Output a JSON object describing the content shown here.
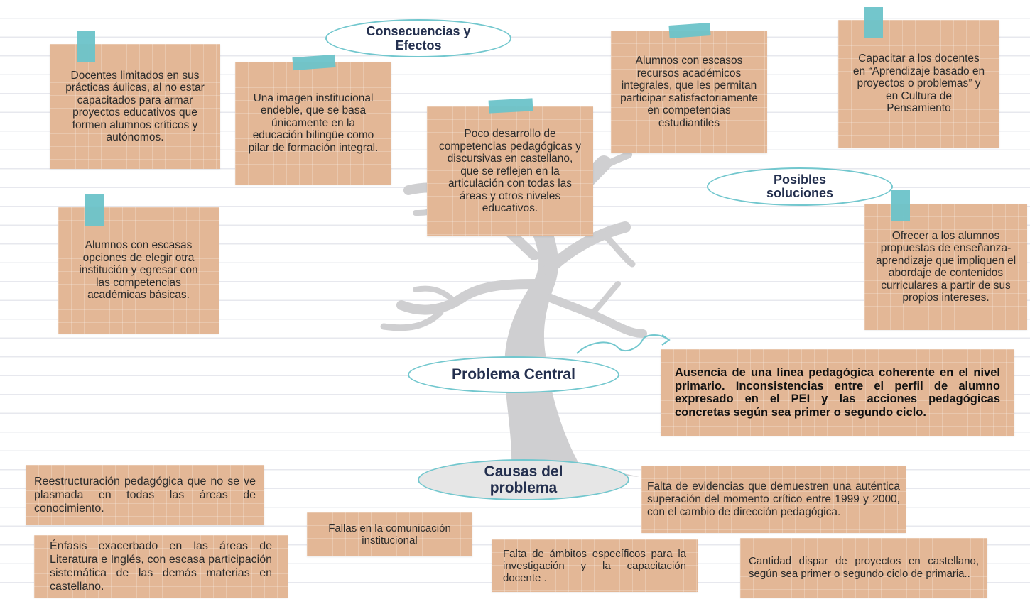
{
  "headings": {
    "consecuencias": [
      "Consecuencias y",
      "Efectos"
    ],
    "soluciones": [
      "Posibles",
      "soluciones"
    ],
    "problema_central": "Problema Central",
    "causas": [
      "Causas del",
      "problema"
    ]
  },
  "efectos": [
    "Docentes limitados en sus prácticas áulicas, al no estar capacitados para armar proyectos educativos que formen alumnos críticos y autónomos.",
    "Una imagen institucional endeble, que se basa únicamente en la educación bilingüe como pilar de formación integral.",
    "Poco desarrollo de competencias pedagógicas y discursivas en castellano, que se reflejen en la articulación con todas las áreas y otros niveles educativos.",
    "Alumnos con escasos recursos académicos integrales, que les permitan participar satisfactoriamente en competencias estudiantiles",
    "Alumnos con escasas opciones de elegir otra institución y egresar con las competencias académicas básicas."
  ],
  "soluciones": [
    "Capacitar a los docentes en “Aprendizaje basado en proyectos o problemas” y en Cultura de Pensamiento",
    "Ofrecer a los alumnos propuestas de enseñanza-aprendizaje que impliquen el abordaje de contenidos curriculares a partir de sus propios intereses."
  ],
  "problema": "Ausencia de una línea pedagógica coherente en el nivel primario. Inconsistencias entre el perfil de alumno expresado en el PEI y las acciones pedagógicas concretas según sea primer o segundo ciclo.",
  "causas": [
    "Reestructuración pedagógica que no se ve plasmada en todas las áreas de conocimiento.",
    "Énfasis exacerbado en las áreas de Literatura e Inglés, con escasa participación sistemática de las demás materias en castellano.",
    "Fallas en la comunicación institucional",
    "Falta de ámbitos específicos para la investigación y la capacitación docente .",
    "Falta de evidencias que demuestren una auténtica superación del momento crítico entre 1999 y 2000, con el cambio de dirección pedagógica.",
    "Cantidad dispar de proyectos en castellano, según sea primer o segundo ciclo de primaria.."
  ],
  "colors": {
    "note": "#e3b796",
    "tape": "#6cc3c9",
    "oval_border": "#72c7ce",
    "heading_text": "#24304f",
    "tree": "#cfcfd1"
  }
}
